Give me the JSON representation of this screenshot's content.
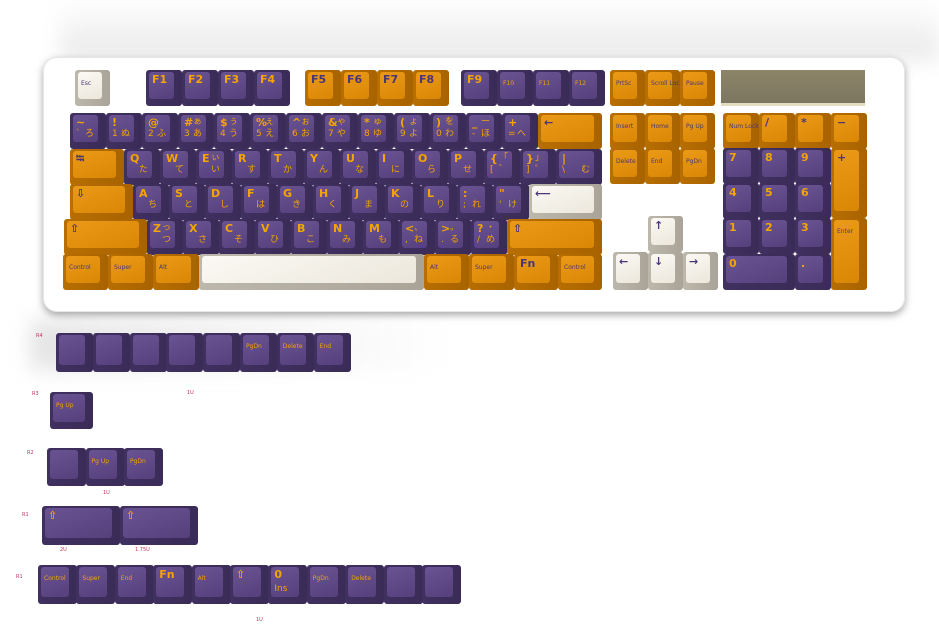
{
  "colors": {
    "purple": "#5a4580",
    "orange": "#d98a0c",
    "cream": "#f0ede4",
    "led_panel": "#8a8468",
    "tag": "#c0345a"
  },
  "keyboard": {
    "function_row": [
      {
        "t": "Esc"
      },
      {
        "t": "F1"
      },
      {
        "t": "F2"
      },
      {
        "t": "F3"
      },
      {
        "t": "F4"
      },
      {
        "t": "F5"
      },
      {
        "t": "F6"
      },
      {
        "t": "F7"
      },
      {
        "t": "F8"
      },
      {
        "t": "F9"
      },
      {
        "t": "F10"
      },
      {
        "t": "F11"
      },
      {
        "t": "F12"
      }
    ],
    "system_keys": [
      {
        "t": "PrtSc"
      },
      {
        "t": "Scroll Lock"
      },
      {
        "t": "Pause"
      }
    ],
    "number_row": [
      {
        "t": "~",
        "b": "`",
        "k2": "ろ"
      },
      {
        "t": "!",
        "b": "1",
        "k2": "ぬ"
      },
      {
        "t": "@",
        "b": "2",
        "k2": "ふ"
      },
      {
        "t": "#",
        "b": "3",
        "k": "ぁ",
        "k2": "あ"
      },
      {
        "t": "$",
        "b": "4",
        "k": "ぅ",
        "k2": "う"
      },
      {
        "t": "%",
        "b": "5",
        "k": "ぇ",
        "k2": "え"
      },
      {
        "t": "^",
        "b": "6",
        "k": "ぉ",
        "k2": "お"
      },
      {
        "t": "&",
        "b": "7",
        "k": "ゃ",
        "k2": "や"
      },
      {
        "t": "*",
        "b": "8",
        "k": "ゅ",
        "k2": "ゆ"
      },
      {
        "t": "(",
        "b": "9",
        "k": "ょ",
        "k2": "よ"
      },
      {
        "t": ")",
        "b": "0",
        "k": "を",
        "k2": "わ"
      },
      {
        "t": "_",
        "b": "-",
        "k": "ー",
        "k2": "ほ"
      },
      {
        "t": "+",
        "b": "=",
        "k2": "へ"
      },
      {
        "t": "←"
      }
    ],
    "qwerty_row": [
      {
        "t": "⭾"
      },
      {
        "t": "Q",
        "k2": "た"
      },
      {
        "t": "W",
        "k2": "て"
      },
      {
        "t": "E",
        "k": "ぃ",
        "k2": "い"
      },
      {
        "t": "R",
        "k2": "す"
      },
      {
        "t": "T",
        "k2": "か"
      },
      {
        "t": "Y",
        "k2": "ん"
      },
      {
        "t": "U",
        "k2": "な"
      },
      {
        "t": "I",
        "k2": "に"
      },
      {
        "t": "O",
        "k2": "ら"
      },
      {
        "t": "P",
        "k2": "せ"
      },
      {
        "t": "{",
        "b": "[",
        "k": "「",
        "k2": "゛"
      },
      {
        "t": "}",
        "b": "]",
        "k": "」",
        "k2": "゜"
      },
      {
        "t": "|",
        "b": "\\",
        "k2": "む"
      }
    ],
    "home_row": [
      {
        "t": "⇩"
      },
      {
        "t": "A",
        "k2": "ち"
      },
      {
        "t": "S",
        "k2": "と"
      },
      {
        "t": "D",
        "k2": "し"
      },
      {
        "t": "F",
        "k2": "は"
      },
      {
        "t": "G",
        "k2": "き"
      },
      {
        "t": "H",
        "k2": "く"
      },
      {
        "t": "J",
        "k2": "ま"
      },
      {
        "t": "K",
        "k2": "の"
      },
      {
        "t": "L",
        "k2": "り"
      },
      {
        "t": ":",
        "b": ";",
        "k2": "れ"
      },
      {
        "t": "\"",
        "b": "'",
        "k2": "け"
      },
      {
        "t": "⟵"
      }
    ],
    "shift_row": [
      {
        "t": "⇧"
      },
      {
        "t": "Z",
        "k": "っ",
        "k2": "つ"
      },
      {
        "t": "X",
        "k2": "さ"
      },
      {
        "t": "C",
        "k2": "そ"
      },
      {
        "t": "V",
        "k2": "ひ"
      },
      {
        "t": "B",
        "k2": "こ"
      },
      {
        "t": "N",
        "k2": "み"
      },
      {
        "t": "M",
        "k2": "も"
      },
      {
        "t": "<",
        "b": ",",
        "k": "、",
        "k2": "ね"
      },
      {
        "t": ">",
        "b": ".",
        "k": "。",
        "k2": "る"
      },
      {
        "t": "?",
        "b": "/",
        "k": "・",
        "k2": "め"
      },
      {
        "t": "⇧"
      }
    ],
    "bottom_row": [
      {
        "t": "Control"
      },
      {
        "t": "Super"
      },
      {
        "t": "Alt"
      },
      {
        "t": ""
      },
      {
        "t": "Alt"
      },
      {
        "t": "Super"
      },
      {
        "t": "Fn"
      },
      {
        "t": "Control"
      }
    ],
    "nav_cluster": [
      {
        "t": "Insert"
      },
      {
        "t": "Home"
      },
      {
        "t": "Pg Up"
      },
      {
        "t": "Delete"
      },
      {
        "t": "End"
      },
      {
        "t": "PgDn"
      }
    ],
    "arrows": [
      {
        "t": "↑"
      },
      {
        "t": "←"
      },
      {
        "t": "↓"
      },
      {
        "t": "→"
      }
    ],
    "numpad": [
      {
        "t": "Num Lock"
      },
      {
        "t": "/"
      },
      {
        "t": "*"
      },
      {
        "t": "−"
      },
      {
        "t": "7"
      },
      {
        "t": "8"
      },
      {
        "t": "9"
      },
      {
        "t": "+"
      },
      {
        "t": "4"
      },
      {
        "t": "5"
      },
      {
        "t": "6"
      },
      {
        "t": "1"
      },
      {
        "t": "2"
      },
      {
        "t": "3"
      },
      {
        "t": "Enter"
      },
      {
        "t": "0"
      },
      {
        "t": "."
      }
    ]
  },
  "extras": {
    "r4_keys": [
      {
        "t": ""
      },
      {
        "t": ""
      },
      {
        "t": ""
      },
      {
        "t": ""
      },
      {
        "t": ""
      },
      {
        "t": "PgDn"
      },
      {
        "t": "Delete"
      },
      {
        "t": "End"
      }
    ],
    "r3_keys": [
      {
        "t": "Pg Up"
      }
    ],
    "r2_keys": [
      {
        "t": ""
      },
      {
        "t": "Pg Up"
      },
      {
        "t": "PgDn"
      }
    ],
    "r1_wide_keys": [
      {
        "t": "⇧"
      },
      {
        "t": "⇧"
      }
    ],
    "r1_keys": [
      {
        "t": "Control"
      },
      {
        "t": "Super"
      },
      {
        "t": "End"
      },
      {
        "t": "Fn"
      },
      {
        "t": "Alt"
      },
      {
        "t": "⇧"
      },
      {
        "t": "0",
        "b": "Ins"
      },
      {
        "t": "PgDn"
      },
      {
        "t": "Delete"
      },
      {
        "t": ""
      },
      {
        "t": ""
      }
    ],
    "tags": [
      "R4",
      "1U",
      "R3",
      "R2",
      "1U",
      "R1",
      "2U",
      "1.75U",
      "R1",
      "1U"
    ]
  }
}
